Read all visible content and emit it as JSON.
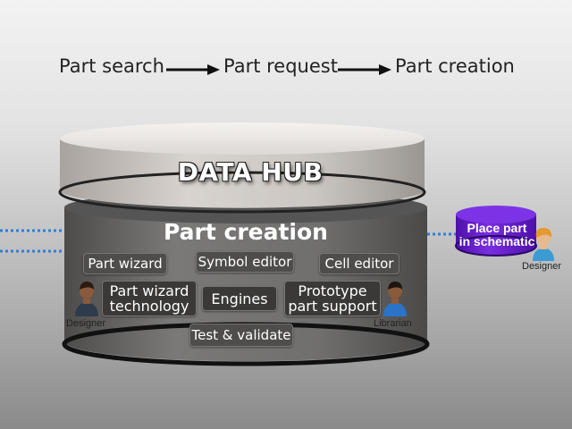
{
  "flow": {
    "steps": [
      "Part search",
      "Part request",
      "Part creation"
    ]
  },
  "hub": {
    "title": "DATA HUB",
    "section_title": "Part creation",
    "boxes": {
      "part_wizard": "Part wizard",
      "symbol_editor": "Symbol editor",
      "cell_editor": "Cell editor",
      "part_wizard_technology": [
        "Part wizard",
        "technology"
      ],
      "engines": "Engines",
      "prototype_part_support": [
        "Prototype",
        "part support"
      ],
      "test_validate": "Test & validate"
    },
    "people": {
      "designer_left": "Designer",
      "librarian": "Librarian"
    }
  },
  "side": {
    "label": [
      "Place part",
      "in schematic"
    ],
    "person": "Designer"
  },
  "colors": {
    "cylinder_lid": "#cfcac5",
    "cylinder_body": "#6b6a69",
    "side_cylinder": "#6a1fc9",
    "dotted_line": "#2f7fd6",
    "person_hair_designer": "#2b1b12",
    "person_hair_side": "#e39a2f"
  }
}
